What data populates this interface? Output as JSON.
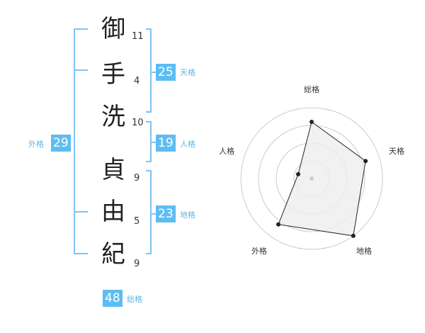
{
  "name": {
    "chars": [
      "御",
      "手",
      "洗",
      "貞",
      "由",
      "紀"
    ],
    "stroke_counts": [
      "11",
      "4",
      "10",
      "9",
      "5",
      "9"
    ]
  },
  "fortune": {
    "tenkaku": {
      "value": "25",
      "label": "天格"
    },
    "jinkaku": {
      "value": "19",
      "label": "人格"
    },
    "chikaku": {
      "value": "23",
      "label": "地格"
    },
    "gaikaku": {
      "value": "29",
      "label": "外格"
    },
    "soukaku": {
      "value": "48",
      "label": "総格"
    }
  },
  "chart_data": {
    "type": "radar",
    "axes": [
      "総格",
      "天格",
      "地格",
      "外格",
      "人格"
    ],
    "values": [
      4,
      4,
      5,
      4,
      1
    ],
    "max": 5,
    "rings": 4,
    "colors": {
      "fill": "#eeeeee",
      "stroke": "#222222",
      "ring": "#cccccc",
      "point": "#222222",
      "center": "#cccccc"
    }
  }
}
